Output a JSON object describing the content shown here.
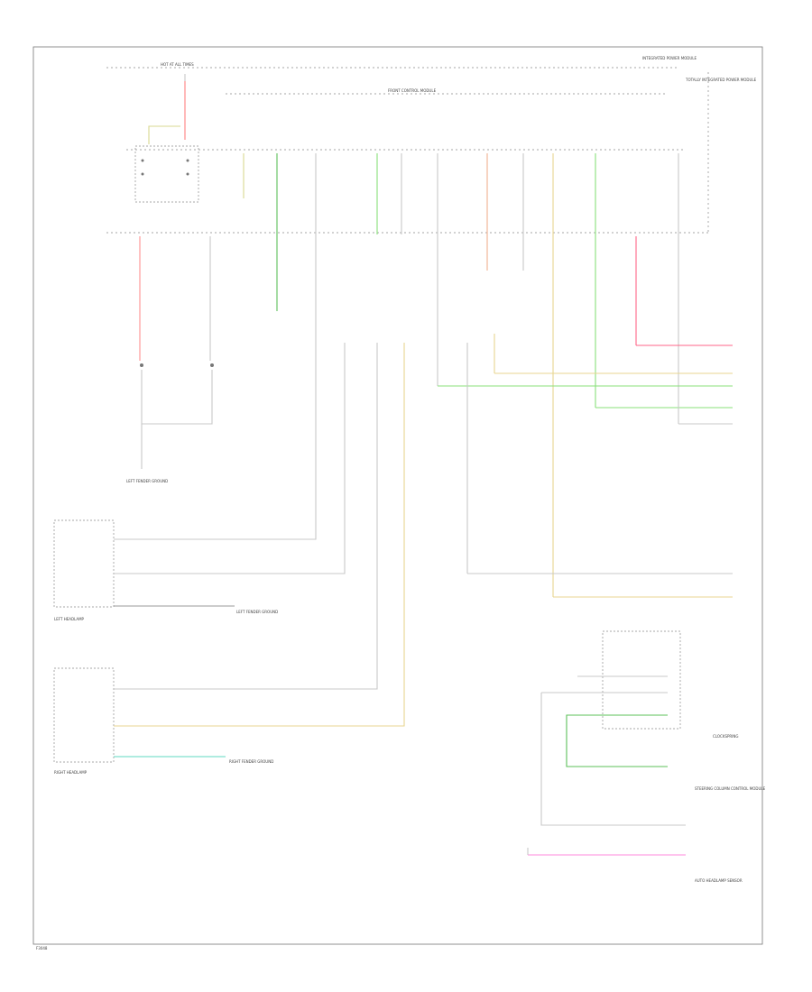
{
  "colors": {
    "red": "#ff8080",
    "pink": "#ff66cc",
    "green": "#88e07a",
    "dkgreen": "#5cc05a",
    "yellow": "#e8d690",
    "orange": "#f0b090",
    "teal": "#5fd8c0",
    "gray": "#c8c8c8",
    "olive": "#d8d890"
  },
  "labels": {
    "top_bus": "HOT AT ALL TIMES",
    "mid_bus": "FRONT CONTROL MODULE",
    "tipm_top": "INTEGRATED POWER MODULE",
    "tipm_right": "TOTALLY INTEGRATED POWER MODULE",
    "left_headlamp": "LEFT HEADLAMP",
    "right_headlamp": "RIGHT HEADLAMP",
    "left_ground": "LEFT FENDER GROUND",
    "right_ground": "RIGHT FENDER GROUND",
    "left_ground2": "LEFT FENDER GROUND",
    "clockspring": "CLOCKSPRING",
    "steering_module": "STEERING COLUMN CONTROL MODULE",
    "auto_sensor": "AUTO HEADLAMP SENSOR",
    "figure_no": "F3048"
  }
}
